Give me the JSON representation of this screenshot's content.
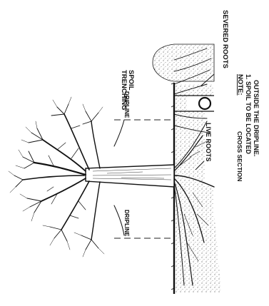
{
  "labels": {
    "trenching_spoil_line1": "TRENCHING",
    "trenching_spoil_line2": "SPOIL",
    "severed_roots": "SEVERED ROOTS",
    "note_heading": "NOTE:",
    "note_line1": "1.  SPOIL TO BE LOCATED",
    "note_line2": "OUTSIDE THE DRIPLINE.",
    "dripline_top": "DRIPLINE",
    "dripline_bottom": "DRIPLINE",
    "live_roots": "LIVE ROOTS",
    "cross_section": "CROSS SECTION"
  },
  "colors": {
    "ink": "#111111",
    "soil_stipple": "#555555",
    "background": "#ffffff"
  }
}
